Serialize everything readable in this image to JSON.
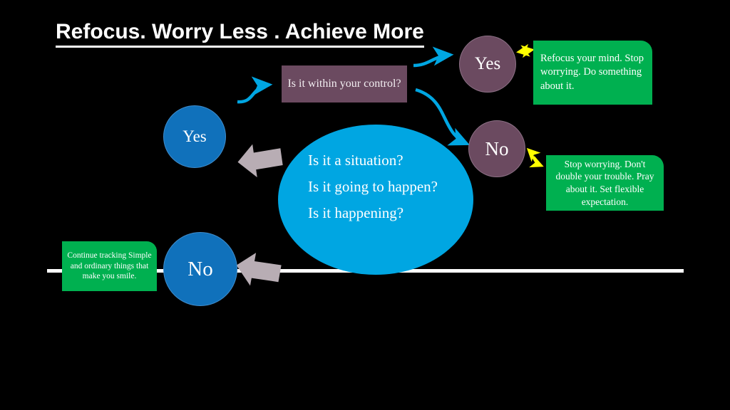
{
  "slide": {
    "title": "Refocus. Worry Less . Achieve More",
    "background_color": "#000000"
  },
  "colors": {
    "purple": "#6b4a60",
    "blue_dark": "#1071bb",
    "blue_bright": "#00a6e2",
    "green": "#00b050",
    "yellow": "#ffff00",
    "gray_arrow": "#b8adb4",
    "white": "#ffffff"
  },
  "flow": {
    "decision": {
      "label": "Is it within your control?"
    },
    "ellipse": {
      "line1": "Is it a situation?",
      "line2": "Is it going to happen?",
      "line3": "Is it happening?"
    },
    "circles": {
      "yes_top": "Yes",
      "no_right": "No",
      "yes_left": "Yes",
      "no_bottom": "No"
    },
    "advice": {
      "yes_top": "Refocus  your mind. Stop worrying. Do something about it.",
      "no_right": "Stop worrying. Don't double your trouble. Pray about it. Set flexible expectation.",
      "no_bottom": "Continue tracking Simple and ordinary things that make you smile."
    }
  },
  "connectors": [
    {
      "name": "blue-arrow-into-decision",
      "color": "#00a6e2",
      "style": "s-curve-arrow"
    },
    {
      "name": "blue-arrow-to-yes",
      "color": "#00a6e2",
      "style": "curve-arrow"
    },
    {
      "name": "blue-arrow-to-no",
      "color": "#00a6e2",
      "style": "s-curve-arrow"
    },
    {
      "name": "yellow-arrow-yes-to-advice",
      "color": "#ffff00",
      "style": "double-arrow"
    },
    {
      "name": "yellow-arrow-no-to-advice",
      "color": "#ffff00",
      "style": "double-arrow"
    },
    {
      "name": "gray-block-arrow-upper",
      "color": "#b8adb4",
      "style": "block-arrow-left"
    },
    {
      "name": "gray-block-arrow-lower",
      "color": "#b8adb4",
      "style": "block-arrow-left"
    },
    {
      "name": "white-baseline",
      "color": "#ffffff",
      "style": "line"
    }
  ]
}
